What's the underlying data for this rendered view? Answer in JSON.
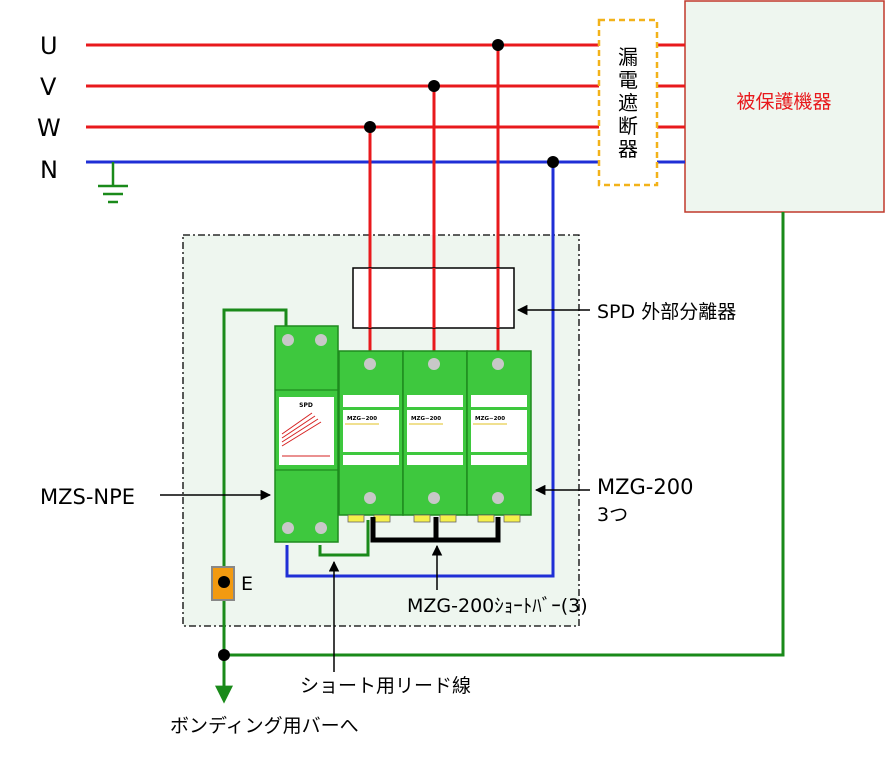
{
  "lines": {
    "u": "U",
    "v": "V",
    "w": "W",
    "n": "N"
  },
  "breaker": {
    "label": "漏電遮断器",
    "chars": [
      "漏",
      "電",
      "遮",
      "断",
      "器"
    ]
  },
  "protected_device": {
    "label": "被保護機器"
  },
  "spd": {
    "module_label": "SPD"
  },
  "mzg_modules": {
    "face_label": "MZG−200",
    "count_label": "3つ"
  },
  "callouts": {
    "spd_disconnector": "SPD 外部分離器",
    "mzs_npe": "MZS-NPE",
    "mzg_200": "MZG-200",
    "mzg_200_count": "3つ",
    "short_bar": "MZG-200ｼｮｰﾄﾊﾞｰ(3)",
    "short_lead": "ショート用リード線",
    "earth_terminal": "E",
    "bonding": "ボンディング用バーへ"
  },
  "colors": {
    "phase": "#e8191c",
    "neutral": "#1f2fd6",
    "ground": "#1a8a1a",
    "module_green": "#3ec83e",
    "breaker_border": "#f2b21a",
    "panel_fill": "#eef6ef",
    "terminal_orange": "#f29a10"
  }
}
